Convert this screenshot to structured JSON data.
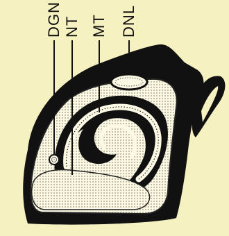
{
  "labels": {
    "dgn": "DGN",
    "nt": "NT",
    "mt": "MT",
    "dnl": "DNL"
  },
  "colors": {
    "background": "#f6f1c0",
    "tissue_dark": "#111111",
    "lumen": "#f8f4d8",
    "lining": "#fbf8e4"
  }
}
